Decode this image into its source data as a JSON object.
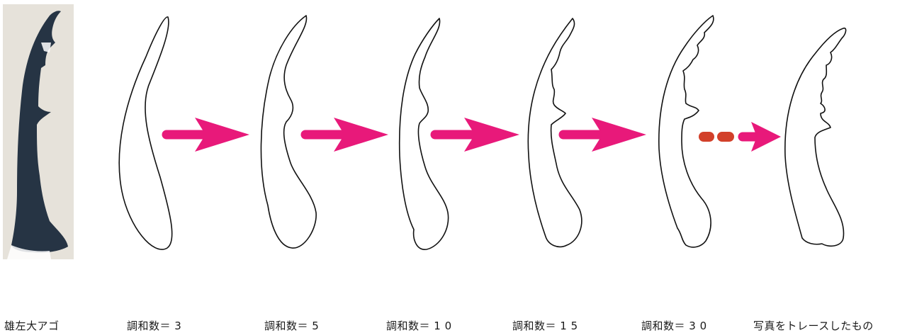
{
  "captions": {
    "photo": "雄左大アゴ",
    "h3": "調和数＝ 3",
    "h5": "調和数＝ 5",
    "h10": "調和数＝ 1 0",
    "h15": "調和数＝ 1 5",
    "h30": "調和数＝ 3 0",
    "trace": "写真をトレースしたもの"
  },
  "colors": {
    "background": "#ffffff",
    "arrow": "#e8197a",
    "dots": "#d2402a",
    "outline": "#111111",
    "photo_bg": "#e6e2da",
    "mandible": "#263444"
  }
}
